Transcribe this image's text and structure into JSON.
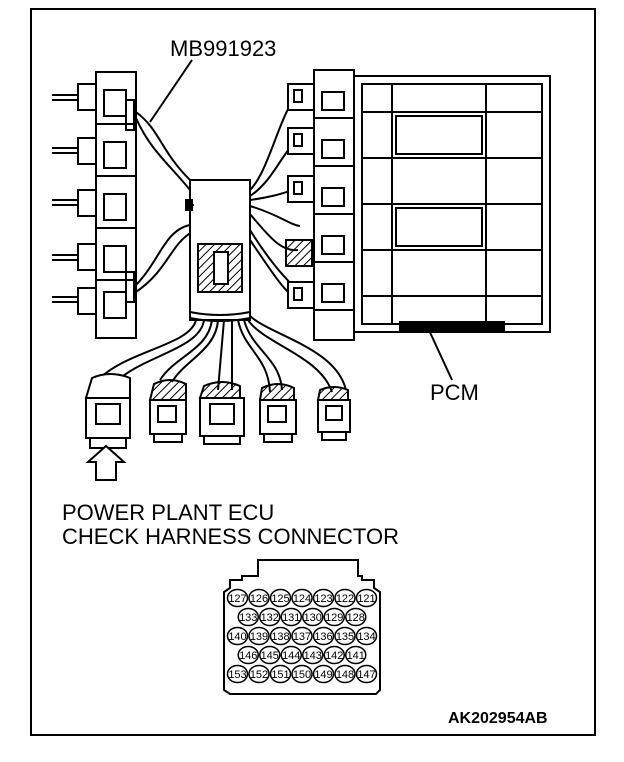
{
  "labels": {
    "tool": "MB991923",
    "pcm": "PCM",
    "connector_line1": "POWER PLANT ECU",
    "connector_line2": "CHECK HARNESS CONNECTOR",
    "figure_code": "AK202954AB"
  },
  "pin_rows": [
    [
      "127",
      "126",
      "125",
      "124",
      "123",
      "122",
      "121"
    ],
    [
      "133",
      "132",
      "131",
      "130",
      "129",
      "128"
    ],
    [
      "140",
      "139",
      "138",
      "137",
      "136",
      "135",
      "134"
    ],
    [
      "146",
      "145",
      "144",
      "143",
      "142",
      "141"
    ],
    [
      "153",
      "152",
      "151",
      "150",
      "149",
      "148",
      "147"
    ]
  ]
}
